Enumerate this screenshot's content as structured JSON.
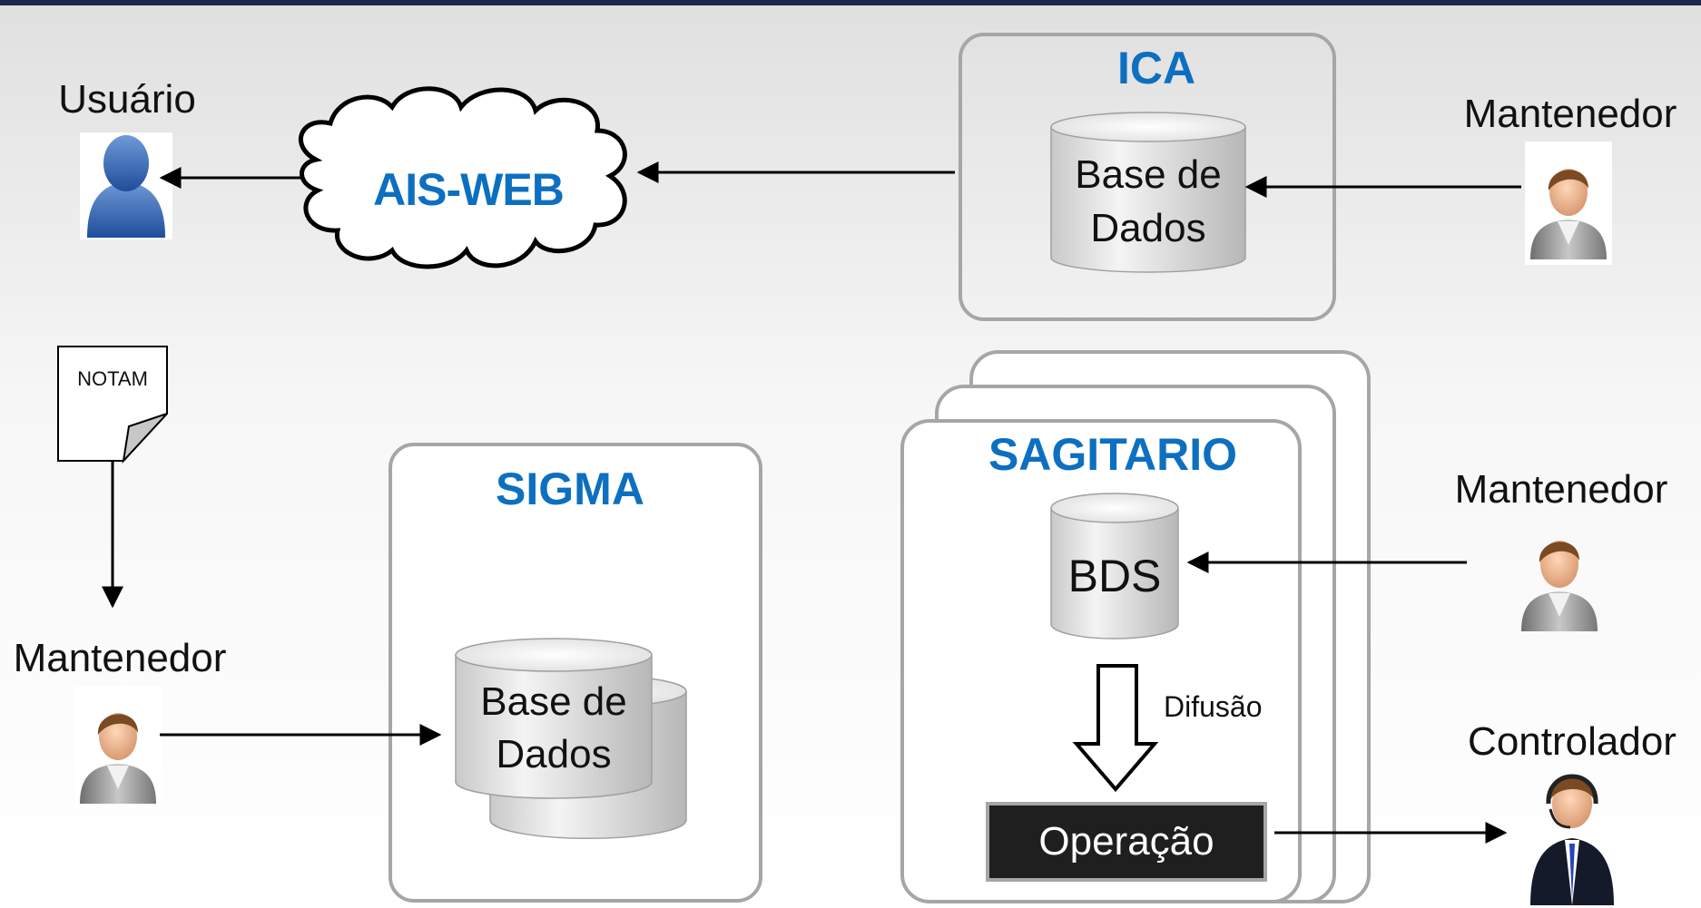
{
  "colors": {
    "top_bar": "#1b2a4a",
    "title_blue": "#0d6fc0",
    "box_stroke": "#a6a6a6",
    "operation_bg": "#1f1f1f"
  },
  "ais_web": {
    "label": "AIS-WEB"
  },
  "ica": {
    "title": "ICA",
    "db_line1": "Base de",
    "db_line2": "Dados"
  },
  "sigma": {
    "title": "SIGMA",
    "db_line1": "Base de",
    "db_line2": "Dados"
  },
  "sagitario": {
    "title": "SAGITARIO",
    "db_label": "BDS",
    "flow_label": "Difusão",
    "operation_label": "Operação"
  },
  "notam": {
    "label": "NOTAM"
  },
  "actors": {
    "user": "Usuário",
    "maintainer_ica": "Mantenedor",
    "maintainer_sagitario": "Mantenedor",
    "maintainer_sigma": "Mantenedor",
    "controller": "Controlador"
  }
}
